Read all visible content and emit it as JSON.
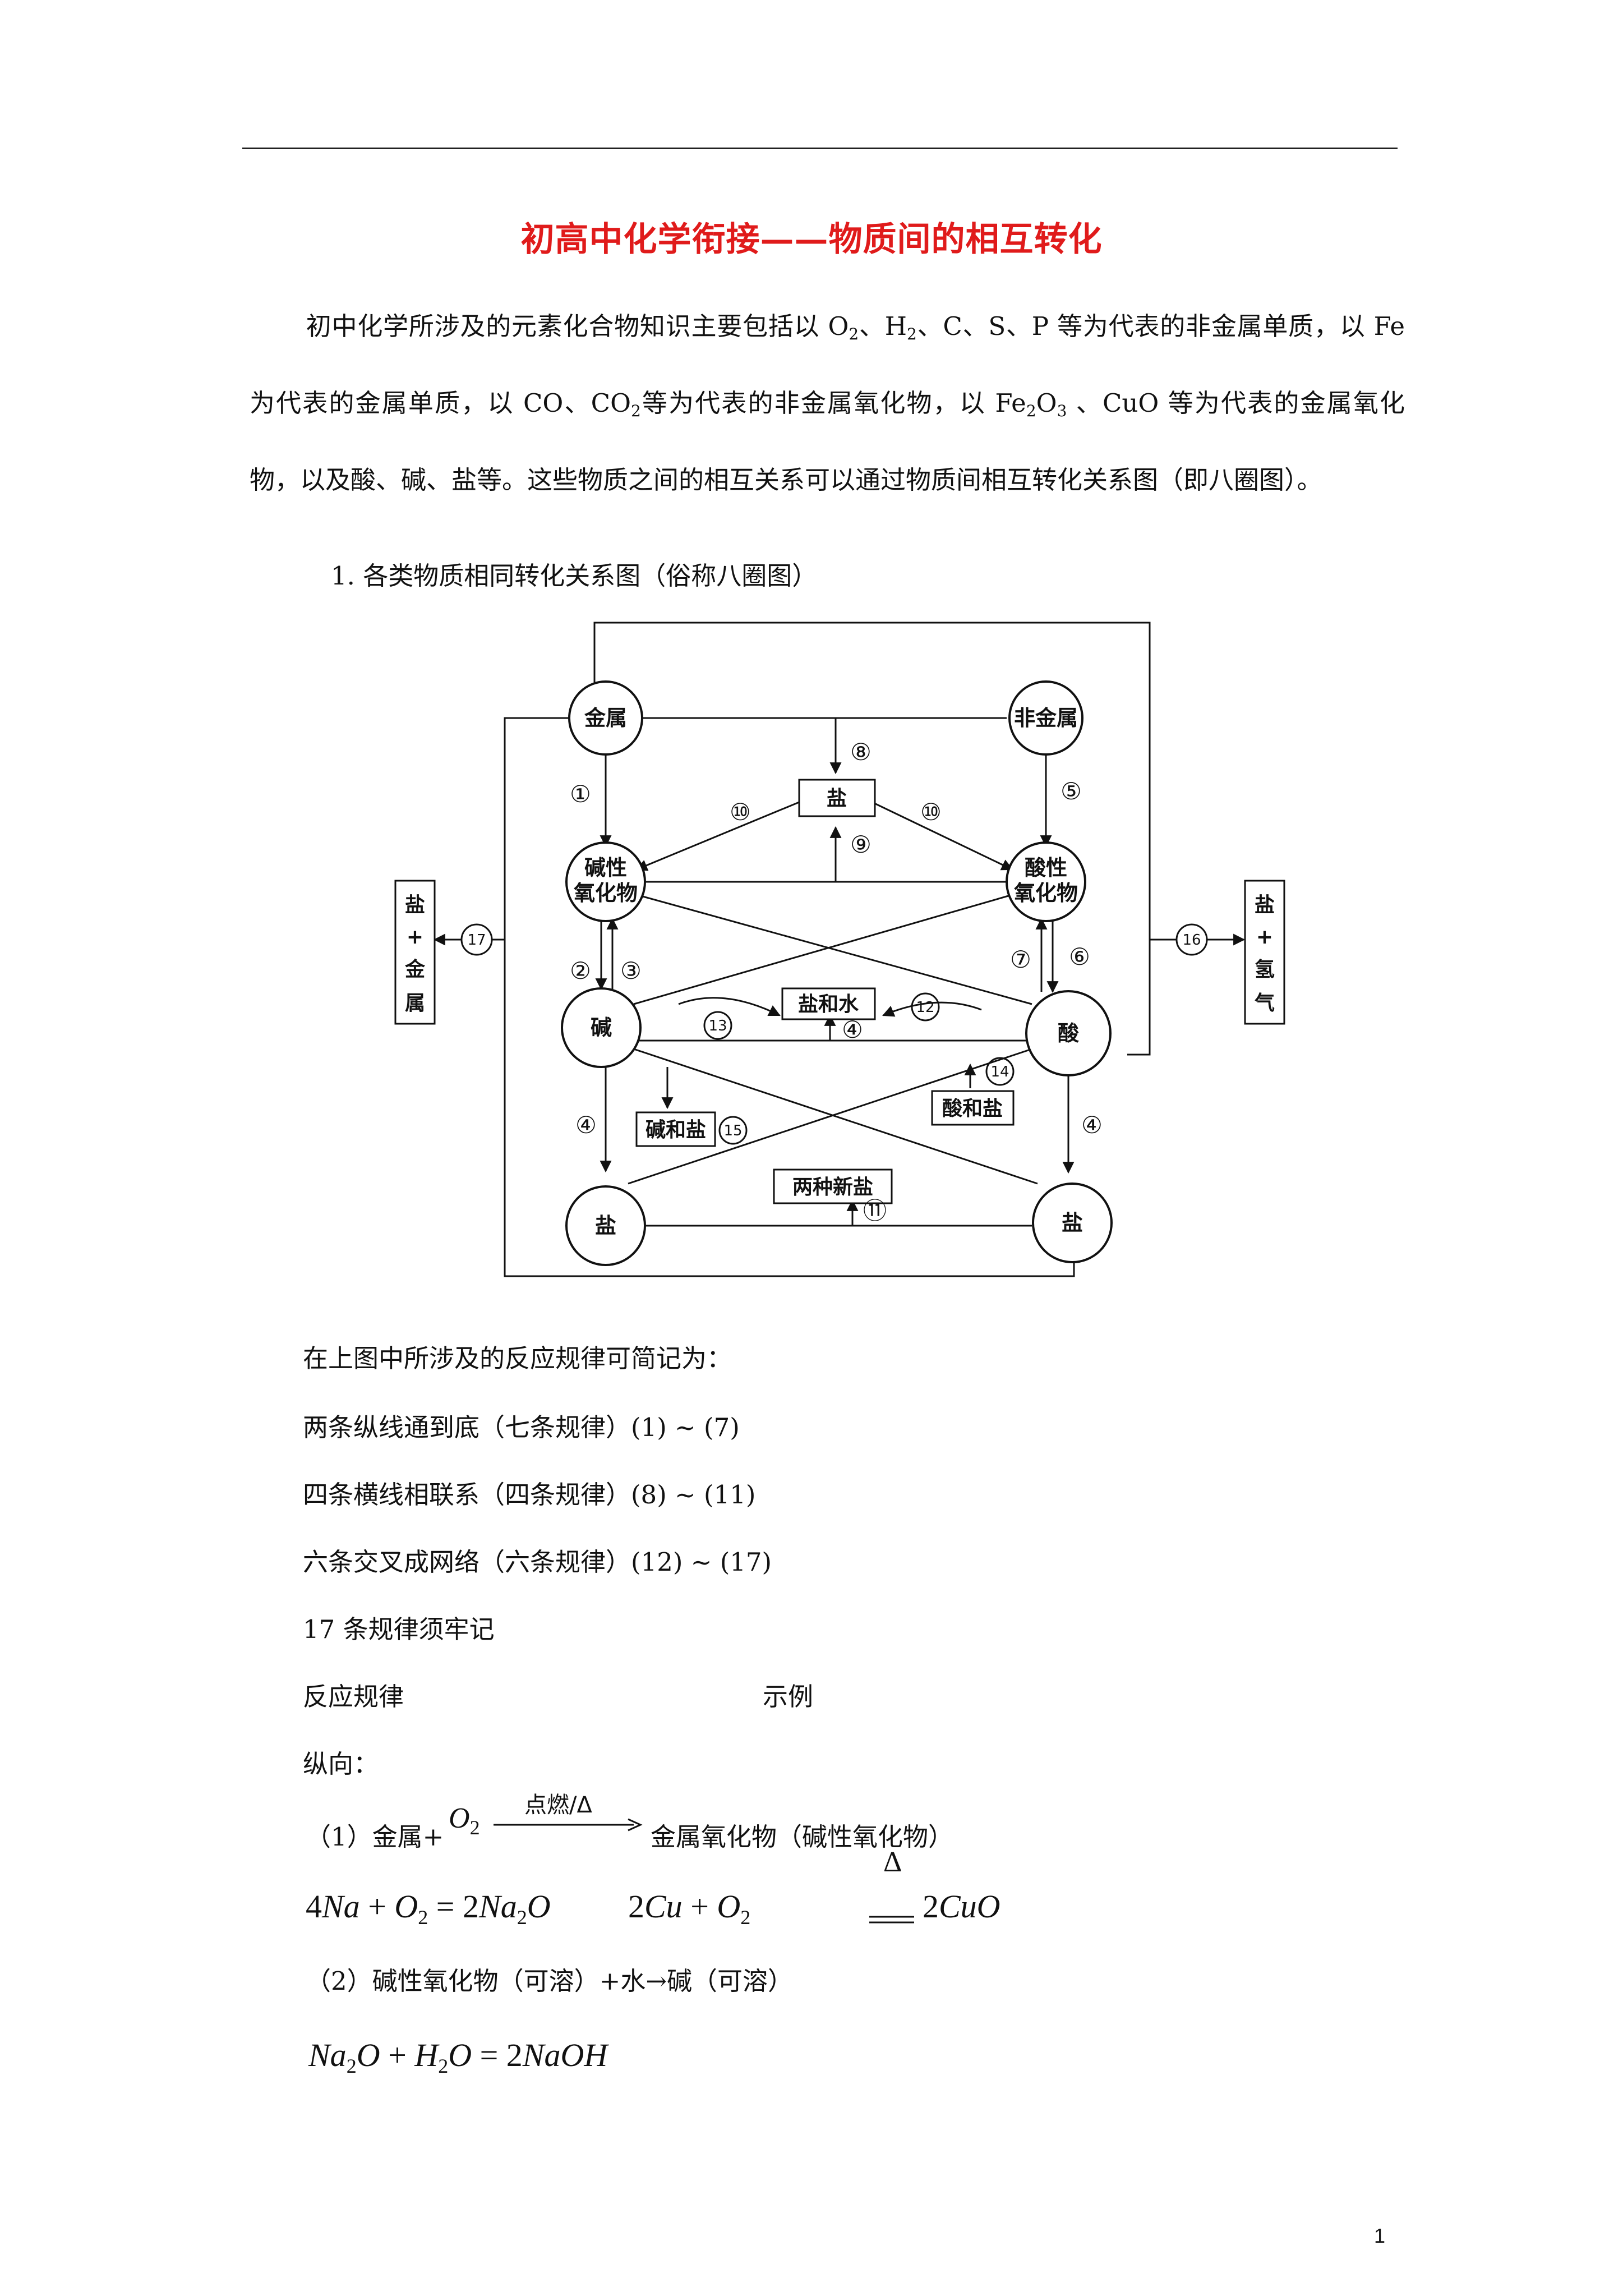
{
  "title": "初高中化学衔接——物质间的相互转化",
  "intro": {
    "t1": "初中化学所涉及的元素化合物知识主要包括以 O",
    "t2": "、H",
    "t3": "、C、S、P 等为代表的非金属单质，以 Fe 为代表的金属单质，以 CO、CO",
    "t4": "等为代表的非金属氧化物，以 Fe",
    "t5": "O",
    "t6": " 、CuO 等为代表的金属氧化物，以及酸、碱、盐等。这些物质之间的相互关系可以通过物质间相互转化关系图（即八圈图）。",
    "s2": "2",
    "s3": "3"
  },
  "section1": "1.  各类物质相同转化关系图（俗称八圈图）",
  "diagram": {
    "nodes": {
      "metal": "金属",
      "nonmetal": "非金属",
      "basic_oxide": [
        "碱性",
        "氧化物"
      ],
      "acidic_oxide": [
        "酸性",
        "氧化物"
      ],
      "base": "碱",
      "acid": "酸",
      "salt_left": "盐",
      "salt_right": "盐"
    },
    "boxes": {
      "salt_top": "盐",
      "salt_water": "盐和水",
      "base_salt": "碱和盐",
      "acid_salt": "酸和盐",
      "two_salts": "两种新盐",
      "salt_metal": [
        "盐",
        "+",
        "金",
        "属"
      ],
      "salt_hydrogen": [
        "盐",
        "+",
        "氢",
        "气"
      ]
    },
    "markers": {
      "m1": "①",
      "m2": "②",
      "m3": "③",
      "m4a": "④",
      "m4b": "④",
      "m4c": "④",
      "m5": "⑤",
      "m6": "⑥",
      "m7": "⑦",
      "m8": "⑧",
      "m9": "⑨",
      "m10a": "⑩",
      "m10b": "⑩",
      "m11": "⑪",
      "m12": "12",
      "m13": "13",
      "m14": "14",
      "m15": "15",
      "m16": "16",
      "m17": "17"
    }
  },
  "rules": {
    "intro": "在上图中所涉及的反应规律可简记为：",
    "r1": "两条纵线通到底（七条规律）(1) ~ (7)",
    "r2": "四条横线相联系（四条规律）(8) ~ (11)",
    "r3": "六条交叉成网络（六条规律）(12) ~ (17)",
    "r4": "17 条规律须牢记",
    "col1": "反应规律",
    "col2": "示例",
    "vertical": "纵向："
  },
  "reaction1": {
    "prefix": "（1）金属+",
    "reagent": "O",
    "reagent_sub": "2",
    "condition": "点燃/Δ",
    "product": "金属氧化物（碱性氧化物）"
  },
  "eq1": {
    "c1": "4",
    "a": "Na",
    "op1": " + ",
    "b": "O",
    "b_sub": "2",
    "eqs": " = ",
    "c2": "2",
    "p": "Na",
    "p_sub": "2",
    "p2": "O"
  },
  "eq2": {
    "c1": "2",
    "a": "Cu",
    "op1": " + ",
    "b": "O",
    "b_sub": "2",
    "delta": "Δ",
    "c2": "2",
    "p": "CuO"
  },
  "reaction2": "（2）碱性氧化物（可溶）+水→碱（可溶）",
  "eq3": {
    "a": "Na",
    "a_sub": "2",
    "a2": "O",
    "op1": " + ",
    "b": "H",
    "b_sub": "2",
    "b2": "O",
    "eqs": " = ",
    "c2": "2",
    "p": "NaOH"
  },
  "page_number": "1"
}
